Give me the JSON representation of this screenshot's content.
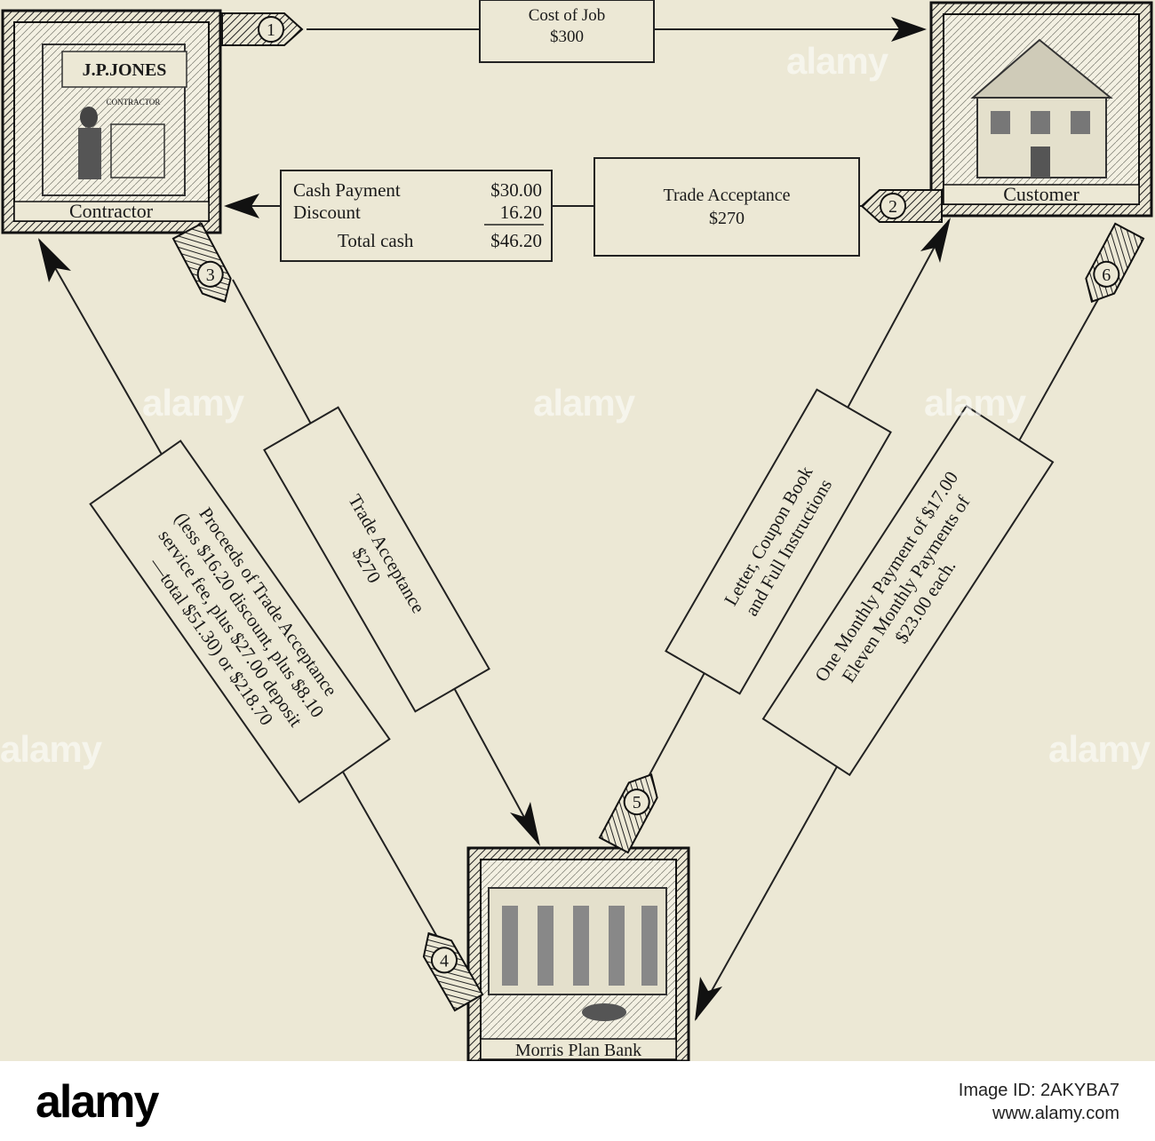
{
  "parties": {
    "contractor": {
      "label": "Contractor",
      "sign": "J.P.JONES",
      "sign_sub": "CONTRACTOR"
    },
    "customer": {
      "label": "Customer"
    },
    "bank": {
      "label": "Morris Plan Bank"
    }
  },
  "steps": [
    "1",
    "2",
    "3",
    "4",
    "5",
    "6"
  ],
  "boxes": {
    "cost_of_job": {
      "line1": "Cost of Job",
      "line2": "$300"
    },
    "cash_payment": {
      "row1_label": "Cash Payment",
      "row1_value": "$30.00",
      "row2_label": "Discount",
      "row2_value": "16.20",
      "row3_label": "Total cash",
      "row3_value": "$46.20"
    },
    "trade_acceptance_top": {
      "line1": "Trade Acceptance",
      "line2": "$270"
    },
    "proceeds": {
      "line1": "Proceeds of Trade Acceptance",
      "line2": "(less $16.20 discount, plus $8.10",
      "line3": "service fee, plus $27.00 deposit",
      "line4": "—total $51.30) or $218.70"
    },
    "trade_acceptance_left": {
      "line1": "Trade Acceptance",
      "line2": "$270"
    },
    "letter": {
      "line1": "Letter, Coupon Book",
      "line2": "and Full Instructions"
    },
    "monthly": {
      "line1": "One Monthly Payment of $17.00",
      "line2": "Eleven Monthly Payments of",
      "line3": "$23.00 each."
    }
  },
  "watermark": {
    "text": "alamy"
  },
  "footer": {
    "logo": "alamy",
    "image_id": "Image ID: 2AKYBA7",
    "url": "www.alamy.com"
  }
}
